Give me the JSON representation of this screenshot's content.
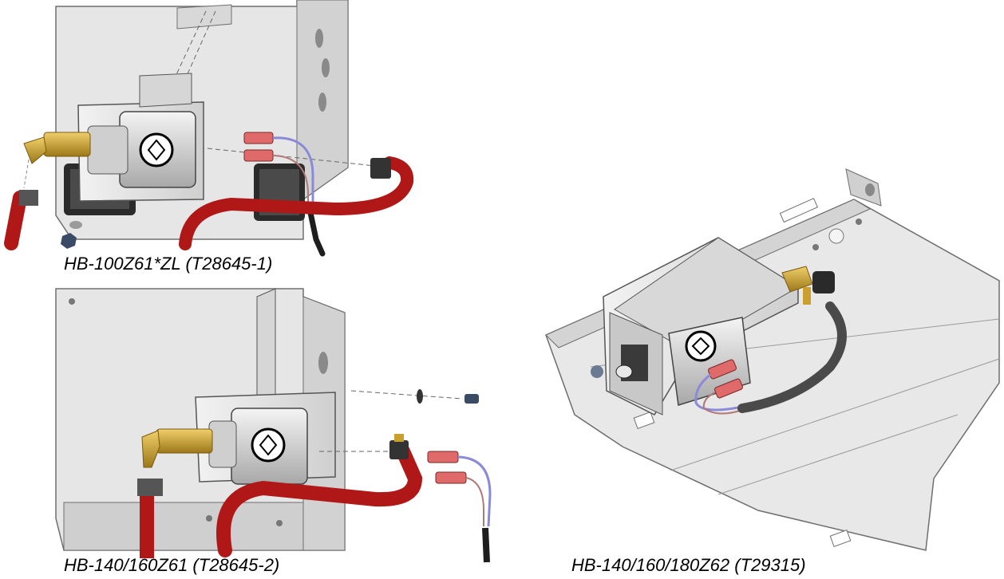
{
  "figures": [
    {
      "caption": "HB-100Z61*ZL (T28645-1)"
    },
    {
      "caption": "HB-140/160Z61 (T28645-2)"
    },
    {
      "caption": "HB-140/160/180Z62 (T29315)"
    }
  ],
  "colors": {
    "panel": "#e4e4e4",
    "panel_edge": "#6e6e6e",
    "hose": "#b01818",
    "hose_dark": "#7a0e0e",
    "brass": "#c9a030",
    "terminal": "#e06a6a",
    "wire_blue": "#8a8ad8",
    "wire_dark": "#2a2a2a"
  },
  "icons": [
    "solenoid-icon",
    "hose-icon",
    "connector-icon",
    "fitting-icon",
    "screw-icon"
  ]
}
